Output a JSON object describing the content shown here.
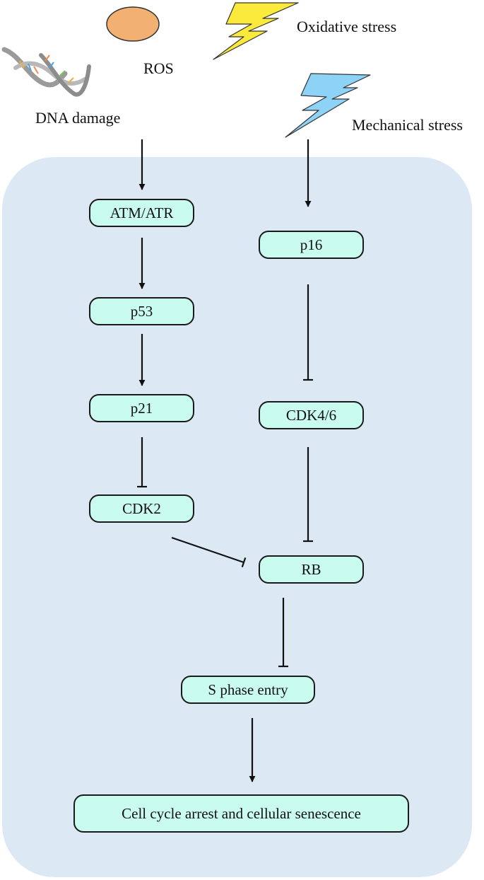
{
  "colors": {
    "cell_fill": "#dce9f5",
    "node_fill": "#c9fbef",
    "line": "#111111",
    "ros": "#f2b173",
    "oxidative": "#fbea3c",
    "mechanical": "#8dd3f8",
    "dna_strand": "#9a9a9a"
  },
  "stimuli": {
    "ros": {
      "label": "ROS",
      "icon": "ros-ellipse-icon"
    },
    "oxidative": {
      "label": "Oxidative stress",
      "icon": "lightning-icon"
    },
    "dna": {
      "label": "DNA damage",
      "icon": "dna-helix-icon"
    },
    "mechanical": {
      "label": "Mechanical stress",
      "icon": "lightning-icon"
    }
  },
  "nodes": {
    "atm_atr": "ATM/ATR",
    "p53": "p53",
    "p21": "p21",
    "cdk2": "CDK2",
    "p16": "p16",
    "cdk4_6": "CDK4/6",
    "rb": "RB",
    "s_phase": "S phase entry",
    "outcome": "Cell cycle arrest and cellular senescence"
  },
  "edges": [
    {
      "from": "DNA damage",
      "to": "ATM/ATR",
      "type": "activation"
    },
    {
      "from": "ATM/ATR",
      "to": "p53",
      "type": "activation"
    },
    {
      "from": "p53",
      "to": "p21",
      "type": "activation"
    },
    {
      "from": "p21",
      "to": "CDK2",
      "type": "inhibition"
    },
    {
      "from": "CDK2",
      "to": "RB",
      "type": "inhibition"
    },
    {
      "from": "Mechanical stress",
      "to": "p16",
      "type": "activation"
    },
    {
      "from": "p16",
      "to": "CDK4/6",
      "type": "inhibition"
    },
    {
      "from": "CDK4/6",
      "to": "RB",
      "type": "inhibition"
    },
    {
      "from": "RB",
      "to": "S phase entry",
      "type": "inhibition"
    },
    {
      "from": "S phase entry",
      "to": "Cell cycle arrest and cellular senescence",
      "type": "activation"
    }
  ]
}
